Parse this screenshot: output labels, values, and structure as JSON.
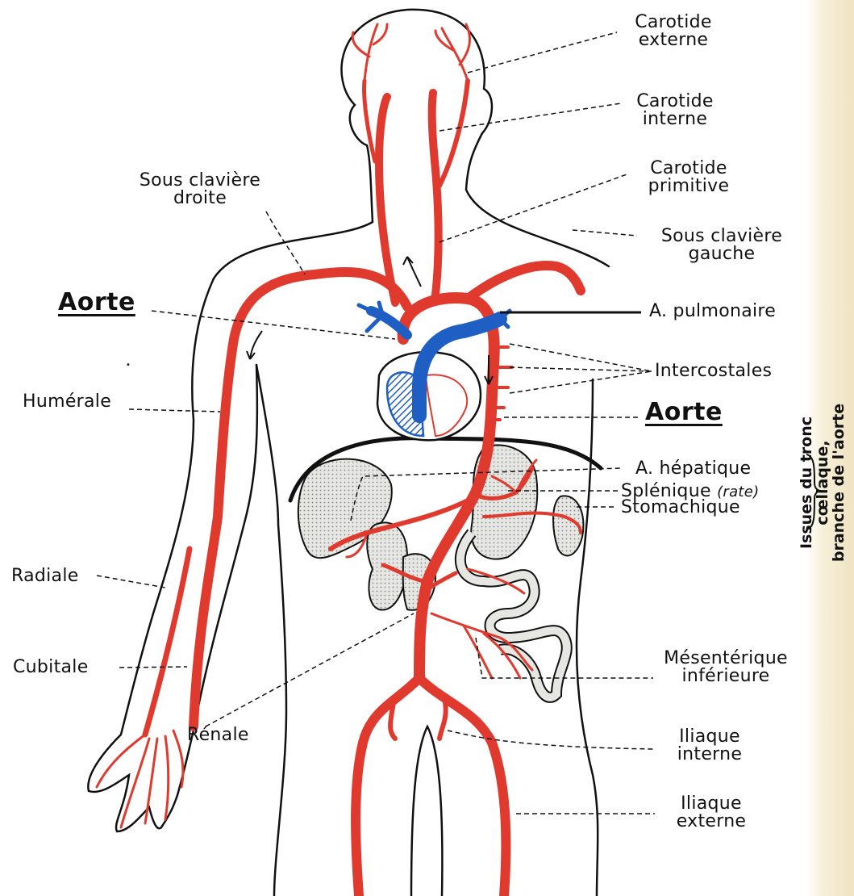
{
  "labels": {
    "carotide_externe": [
      "Carotide",
      "externe"
    ],
    "carotide_interne": [
      "Carotide",
      "interne"
    ],
    "carotide_primitive": [
      "Carotide",
      "primitive"
    ],
    "sous_claviere_gauche": [
      "Sous clavière",
      "gauche"
    ],
    "sous_claviere_droite": [
      "Sous clavière",
      "droite"
    ],
    "aorte_left": "Aorte",
    "aorte_right": "Aorte",
    "a_pulmonaire": "A. pulmonaire",
    "intercostales": "Intercostales",
    "humerale": "Humérale",
    "a_hepatique": "A. hépatique",
    "splenique": "Splénique",
    "splenique_note": "(rate)",
    "stomachique": "Stomachique",
    "radiale": "Radiale",
    "cubitale": "Cubitale",
    "mesenterique_inferieure": [
      "Mésentérique",
      "inférieure"
    ],
    "renale": "Rénale",
    "iliaque_interne": [
      "Iliaque",
      "interne"
    ],
    "iliaque_externe": [
      "Iliaque",
      "externe"
    ]
  },
  "bracket_caption": [
    "Issues du tronc",
    "cœliaque,",
    "branche de l'aorte"
  ],
  "colors": {
    "artery": "#e03a2f",
    "vein_blue": "#1f5fc4",
    "organ_fill": "#d9d9d6",
    "outline": "#111111",
    "paper_tint": "#f1e6c7"
  }
}
